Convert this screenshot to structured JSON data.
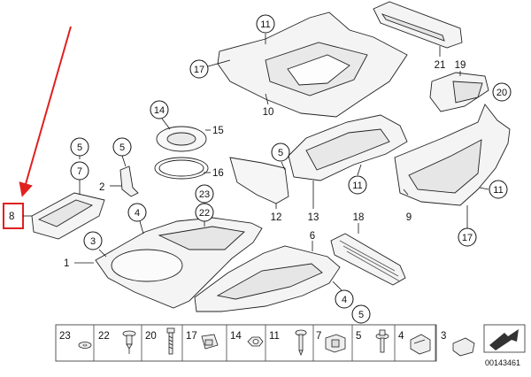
{
  "document_id": "00143461",
  "highlight_label": "8",
  "accent_color": "#e0201f",
  "callouts": {
    "c11_top": "11",
    "c17_top": "17",
    "c10": "10",
    "c21": "21",
    "c19": "19",
    "c20": "20",
    "c14": "14",
    "c15": "15",
    "c16": "16",
    "c5_a": "5",
    "c7": "7",
    "c2": "2",
    "c5_b": "5",
    "c23": "23",
    "c22": "22",
    "c12": "12",
    "c5_c": "5",
    "c13": "13",
    "c11_mid": "11",
    "c9": "9",
    "c11_right": "11",
    "c17_right": "17",
    "c4_a": "4",
    "c3": "3",
    "c1": "1",
    "c18": "18",
    "c6": "6",
    "c4_b": "4",
    "c5_d": "5"
  },
  "legend": [
    {
      "label": "23",
      "icon": "washer-icon"
    },
    {
      "label": "22",
      "icon": "expanding-rivet-icon"
    },
    {
      "label": "20",
      "icon": "bolt-icon"
    },
    {
      "label": "17",
      "icon": "clip-nut-icon"
    },
    {
      "label": "14",
      "icon": "hex-nut-icon"
    },
    {
      "label": "11",
      "icon": "screw-icon"
    },
    {
      "label": "7",
      "icon": "clamp-icon"
    },
    {
      "label": "5",
      "icon": "flange-screw-icon"
    },
    {
      "label": "4",
      "icon": "spring-nut-icon"
    },
    {
      "label": "3",
      "icon": "clip-icon"
    }
  ]
}
